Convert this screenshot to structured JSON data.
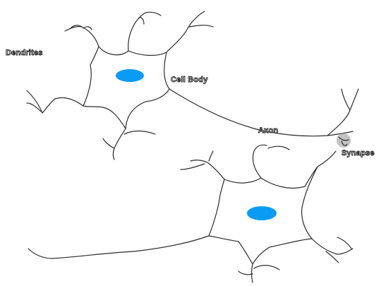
{
  "labels": {
    "dendrites": "Dendrites",
    "cell_body": "Cell Body",
    "axon": "Axon",
    "synapse": "Synapse"
  },
  "colors": {
    "nucleus": "#0a9cf5",
    "outline": "#2b2b2b",
    "synapse_highlight": "#b8b8b8",
    "background": "#ffffff"
  },
  "icons": {
    "nucleus_upper": "nucleus-ellipse",
    "nucleus_lower": "nucleus-ellipse",
    "synapse_marker": "synapse-terminal"
  }
}
